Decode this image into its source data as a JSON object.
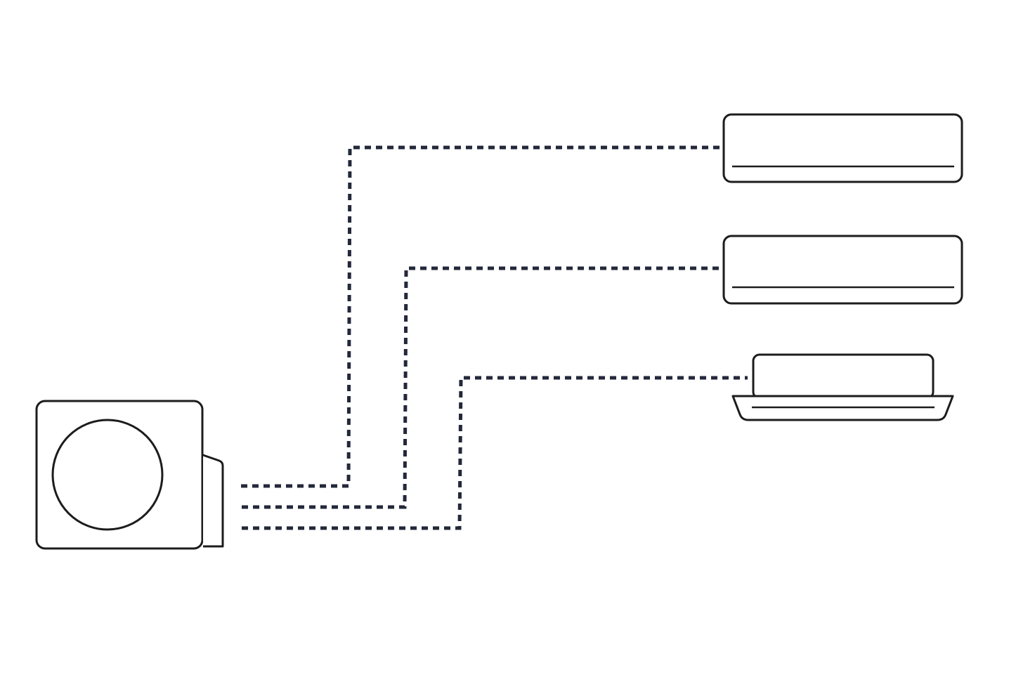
{
  "diagram": {
    "type": "multi-split-air-conditioner-layout",
    "outdoor_unit": {
      "icon": "outdoor-condenser-unit-icon"
    },
    "indoor_units": [
      {
        "icon": "wall-mounted-indoor-unit-icon"
      },
      {
        "icon": "wall-mounted-indoor-unit-icon"
      },
      {
        "icon": "ceiling-cassette-indoor-unit-icon"
      }
    ],
    "connections": {
      "count": 3,
      "style": "dashed"
    }
  },
  "colors": {
    "background": "#ffffff",
    "unit_outline": "#1c1c1c",
    "pipe_line": "#23283a"
  }
}
